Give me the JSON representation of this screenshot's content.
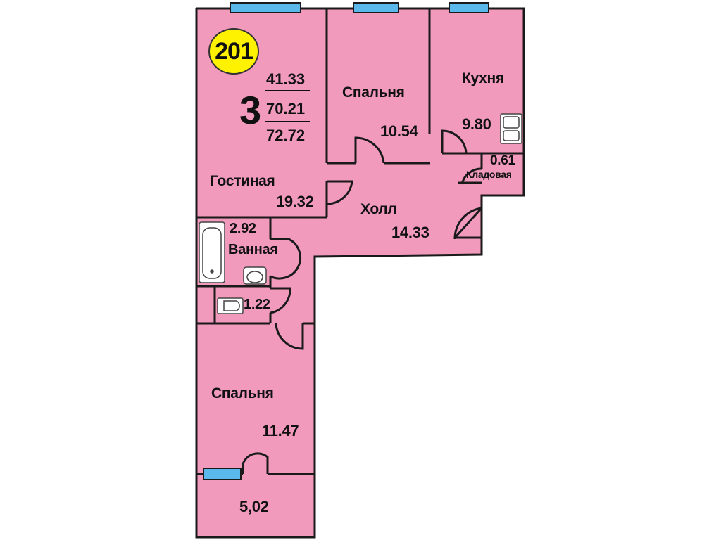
{
  "apartment": {
    "number": "201",
    "rooms_count": "3",
    "living_area": "41.33",
    "total_area": "70.21",
    "total_area_with_balcony": "72.72"
  },
  "rooms": {
    "living_room": {
      "name": "Гостиная",
      "area": "19.32"
    },
    "bedroom_top": {
      "name": "Спальня",
      "area": "10.54"
    },
    "kitchen": {
      "name": "Кухня",
      "area": "9.80"
    },
    "storage": {
      "name": "Кладовая",
      "area": "0.61"
    },
    "hall": {
      "name": "Холл",
      "area": "14.33"
    },
    "bathroom": {
      "name": "Ванная",
      "area": "2.92"
    },
    "toilet": {
      "area": "1.22"
    },
    "bedroom_bottom": {
      "name": "Спальня",
      "area": "11.47"
    },
    "balcony": {
      "area": "5,02"
    }
  },
  "colors": {
    "wall": "#1a1a1a",
    "room_fill": "#f19abc",
    "window": "#5bb8ea",
    "badge": "#fff200"
  }
}
